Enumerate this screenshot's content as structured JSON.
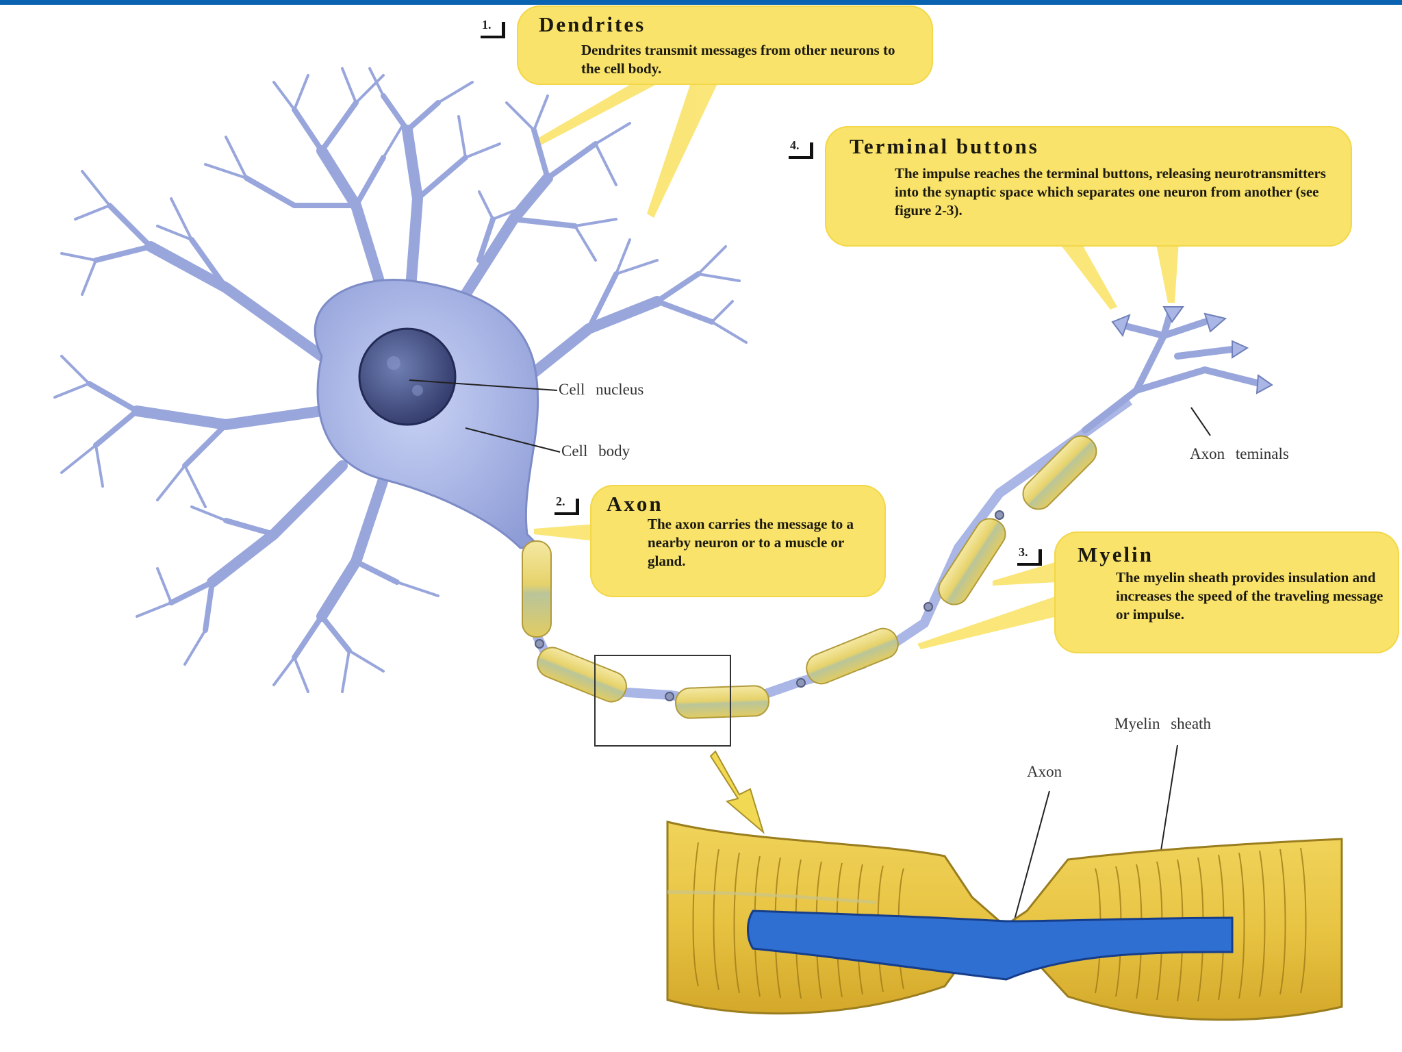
{
  "callouts": {
    "dendrites": {
      "step": "1.",
      "title": "Dendrites",
      "text": "Dendrites transmit messages from other neurons to the cell body."
    },
    "axon": {
      "step": "2.",
      "title": "Axon",
      "text": "The axon carries the message to a nearby neuron or to a muscle or gland."
    },
    "myelin": {
      "step": "3.",
      "title": "Myelin",
      "text": "The myelin sheath provides insulation and increases the speed of the traveling message or impulse."
    },
    "terminal": {
      "step": "4.",
      "title": "Terminal buttons",
      "text": "The impulse reaches the terminal buttons, releasing neurotransmitters into the synaptic space which separates one neuron from another (see figure 2-3)."
    }
  },
  "labels": {
    "cell_nucleus": "Cell nucleus",
    "cell_body": "Cell body",
    "axon_terminals": "Axon teminals",
    "myelin_sheath": "Myelin sheath",
    "axon_detail": "Axon"
  },
  "colors": {
    "top_bar": "#0a63b0",
    "callout_fill": "#f9e36a",
    "neuron": "#a9b6e6",
    "neuron_outline": "#6f7fb8",
    "myelin": "#e9d77a",
    "axon_core": "#2f6fd1"
  }
}
